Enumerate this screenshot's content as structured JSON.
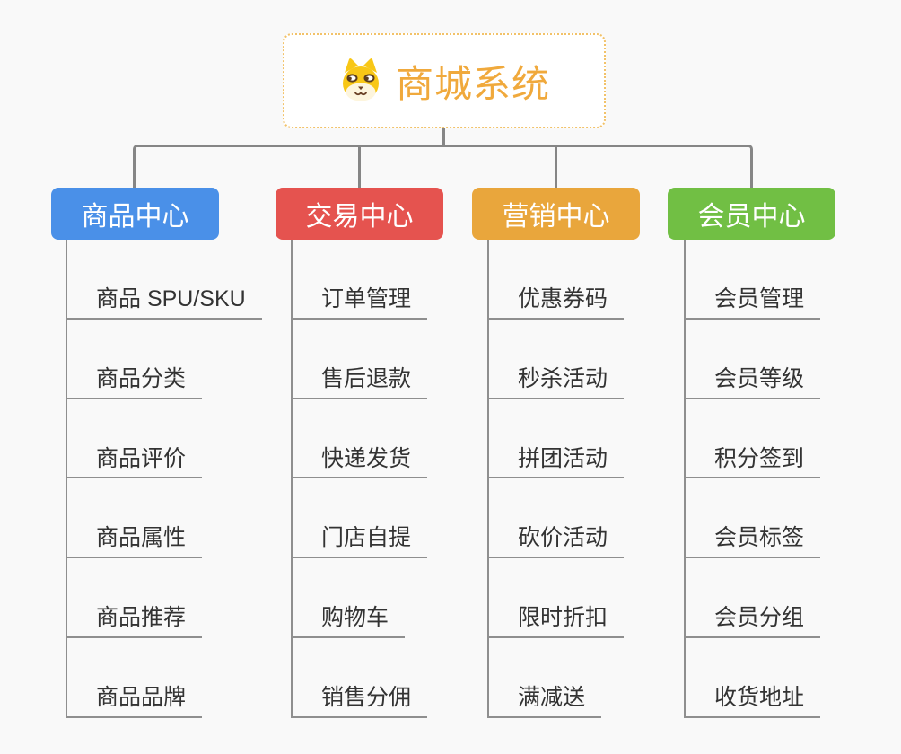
{
  "canvas": {
    "background": "#f9f9f9"
  },
  "root": {
    "title": "商城系统",
    "icon": "dog-face-icon",
    "title_color": "#f0a93c",
    "border_color": "#f2c269"
  },
  "connector_color": "#868686",
  "branches": [
    {
      "label": "商品中心",
      "color": "#4a90e8",
      "items": [
        "商品 SPU/SKU",
        "商品分类",
        "商品评价",
        "商品属性",
        "商品推荐",
        "商品品牌"
      ]
    },
    {
      "label": "交易中心",
      "color": "#e5534f",
      "items": [
        "订单管理",
        "售后退款",
        "快递发货",
        "门店自提",
        "购物车",
        "销售分佣"
      ]
    },
    {
      "label": "营销中心",
      "color": "#e9a63c",
      "items": [
        "优惠券码",
        "秒杀活动",
        "拼团活动",
        "砍价活动",
        "限时折扣",
        "满减送"
      ]
    },
    {
      "label": "会员中心",
      "color": "#71bf44",
      "items": [
        "会员管理",
        "会员等级",
        "积分签到",
        "会员标签",
        "会员分组",
        "收货地址"
      ]
    }
  ]
}
